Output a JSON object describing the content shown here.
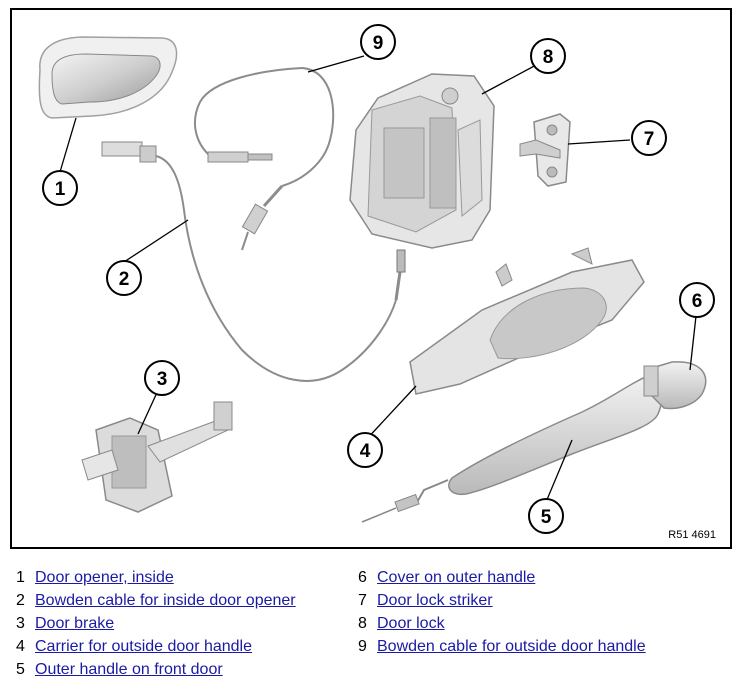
{
  "figure": {
    "reference": "R51 4691",
    "callouts": [
      "1",
      "2",
      "3",
      "4",
      "5",
      "6",
      "7",
      "8",
      "9"
    ]
  },
  "legend": [
    {
      "num": "1",
      "label": "Door opener, inside"
    },
    {
      "num": "2",
      "label": "Bowden cable for inside door opener"
    },
    {
      "num": "3",
      "label": "Door brake"
    },
    {
      "num": "4",
      "label": "Carrier for outside door handle"
    },
    {
      "num": "5",
      "label": "Outer handle on front door"
    },
    {
      "num": "6",
      "label": "Cover on outer handle"
    },
    {
      "num": "7",
      "label": "Door lock striker"
    },
    {
      "num": "8",
      "label": "Door lock"
    },
    {
      "num": "9",
      "label": "Bowden cable for outside door handle"
    }
  ],
  "colors": {
    "link": "#1a1aa6",
    "part_fill": "#e6e6e6",
    "part_stroke": "#8a8a8a"
  }
}
